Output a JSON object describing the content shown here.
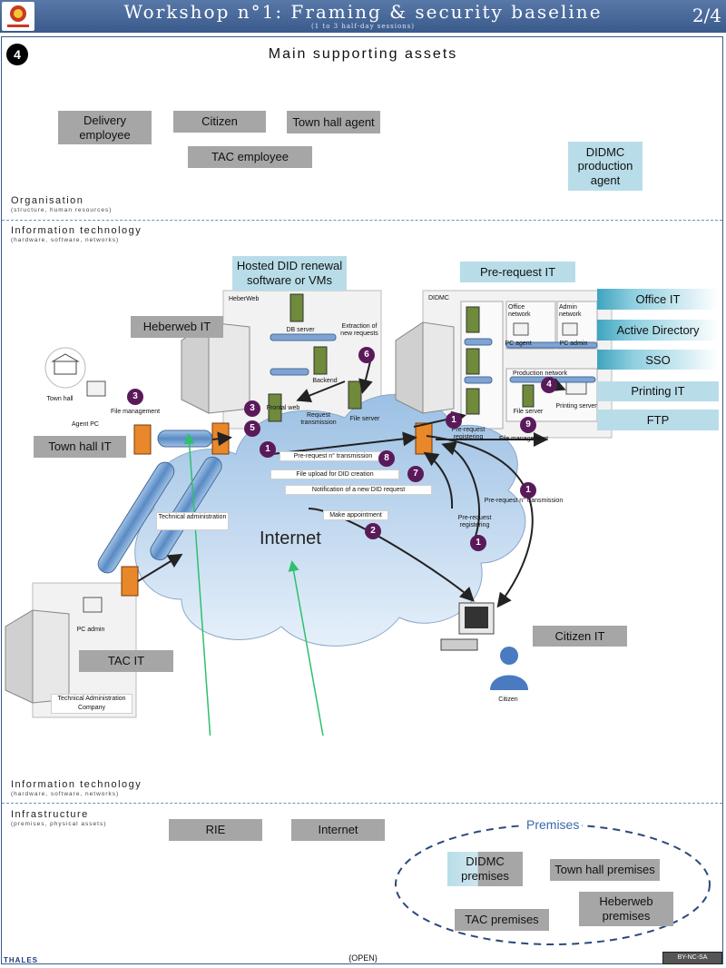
{
  "header": {
    "title": "Workshop n°1: Framing & security baseline",
    "subtitle": "(1 to 3 half-day sessions)",
    "page": "2/4",
    "step": "4"
  },
  "section_title": "Main supporting assets",
  "layers": {
    "organisation": {
      "title": "Organisation",
      "sub": "(structure, human resources)"
    },
    "it_top": {
      "title": "Information technology",
      "sub": "(hardware, software, networks)"
    },
    "it_bottom": {
      "title": "Information technology",
      "sub": "(hardware, software, networks)"
    },
    "infrastructure": {
      "title": "Infrastructure",
      "sub": "(premises, physical assets)"
    }
  },
  "organisation": {
    "delivery_employee": "Delivery employee",
    "citizen": "Citizen",
    "town_hall_agent": "Town hall agent",
    "tac_employee": "TAC employee",
    "didmc_agent": "DIDMC production agent"
  },
  "it": {
    "hosted_did": "Hosted DID renewal software or VMs",
    "prerequest_it": "Pre-request IT",
    "heberweb_it": "Heberweb IT",
    "town_hall_it": "Town hall IT",
    "tac_it": "TAC IT",
    "citizen_it": "Citizen IT",
    "office_it": "Office IT",
    "active_directory": "Active Directory",
    "sso": "SSO",
    "printing_it": "Printing IT",
    "ftp": "FTP"
  },
  "diagram": {
    "heberweb": "HeberWeb",
    "didmc": "DIDMC",
    "db_server": "DB server",
    "extraction": "Extraction of new requests",
    "backend": "Backend",
    "frontal_web": "Frontal web",
    "request_transmission": "Request transmission",
    "file_server_1": "File server",
    "town_hall": "Town hall",
    "agent_pc": "Agent PC",
    "file_management_1": "File management",
    "office_network": "Office network",
    "admin_network": "Admin network",
    "pc_agent": "PC agent",
    "pc_admin_1": "PC admin",
    "production_network": "Production network",
    "file_server_2": "File server",
    "printing_server": "Printing server",
    "file_management_2": "File management",
    "prerequest_registering_1": "Pre-request registering",
    "prerequest_transmission_1": "Pre-request n° transmission",
    "file_upload": "File upload for DID creation",
    "notification": "Notification of a new DID request",
    "make_appointment": "Make appointment",
    "prerequest_transmission_2": "Pre-request n° transmission",
    "prerequest_registering_2": "Pre-request registering",
    "tech_admin": "Technical administration",
    "internet": "Internet",
    "pc_admin_2": "PC admin",
    "tac_company": "Technical Administration Company",
    "citizen_label": "Citizen"
  },
  "markers": [
    "1",
    "2",
    "3",
    "3",
    "4",
    "5",
    "6",
    "7",
    "8",
    "9",
    "1",
    "1",
    "1"
  ],
  "infrastructure": {
    "rie": "RIE",
    "internet": "Internet",
    "premises_title": "Premises",
    "didmc_premises": "DIDMC premises",
    "town_hall_premises": "Town hall premises",
    "tac_premises": "TAC premises",
    "heberweb_premises": "Heberweb premises"
  },
  "footer": {
    "classification": "{OPEN}",
    "brand": "THALES",
    "license": "BY-NC-SA"
  },
  "colors": {
    "header": "#3a5a8c",
    "grey_box": "#a6a6a6",
    "blue_box": "#b8dde8",
    "marker": "#5a1a5a",
    "firewall": "#e8882a",
    "green_arrow": "#2ec06a"
  }
}
